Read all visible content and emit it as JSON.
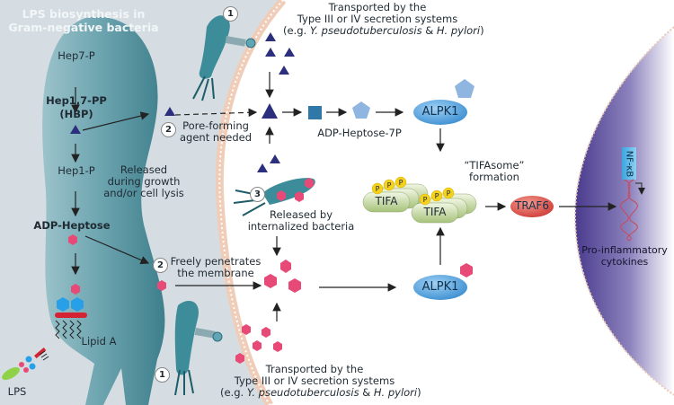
{
  "title": "LPS biosynthesis in Gram-negative bacteria",
  "title_lines": [
    "LPS biosynthesis in",
    "Gram-negative bacteria"
  ],
  "biosynthesis": {
    "steps": [
      "Hep7-P",
      "Hep1,7-PP",
      "(HBP)",
      "Hep1-P",
      "ADP-Heptose"
    ],
    "lipid_a": "Lipid A",
    "lps": "LPS"
  },
  "released_growth": [
    "Released",
    "during growth",
    "and/or cell lysis"
  ],
  "route_numbers": [
    "1",
    "2",
    "3"
  ],
  "pore_forming": [
    "Pore-forming",
    "agent needed"
  ],
  "transported_top": {
    "line1": "Transported by the",
    "line2": "Type III or IV secretion systems",
    "line3_prefix": "(e.g. ",
    "species1": "Y.  pseudotuberculosis",
    "amp": " & ",
    "species2": "H. pylori",
    "line3_suffix": ")"
  },
  "transported_bottom": {
    "line1": "Transported by the",
    "line2": "Type III or IV secretion systems",
    "line3_prefix": "(e.g. ",
    "species1": "Y.  pseudotuberculosis",
    "amp": " & ",
    "species2": "H. pylori",
    "line3_suffix": ")"
  },
  "released_internal": [
    "Released by",
    "internalized bacteria"
  ],
  "freely": [
    "Freely penetrates",
    "the membrane"
  ],
  "adp_hep_7p": "ADP-Heptose-7P",
  "alpk1_top": "ALPK1",
  "alpk1_bottom": "ALPK1",
  "tifasome": [
    "“TIFAsome”",
    "formation"
  ],
  "tifa_labels": [
    "TIFA",
    "TIFA"
  ],
  "phospho": "P",
  "traf6": "TRAF6",
  "nfkb": "NF-κB",
  "cytokines": [
    "Pro-inflammatory",
    "cytokines"
  ],
  "colors": {
    "bacterium": "#5b9aa6",
    "host_bg": "#d5dde2",
    "hbp_triangle": "#2b2f7d",
    "adp_heptose_hex": "#e84a78",
    "adp_hep_7p_pentagon": "#8fb6e0",
    "alpk1": "#4f9fdc",
    "traf6": "#d9413d",
    "tifa": "#b9cf8e",
    "phospho": "#f4d11d",
    "nucleus": "#4e3f93"
  }
}
